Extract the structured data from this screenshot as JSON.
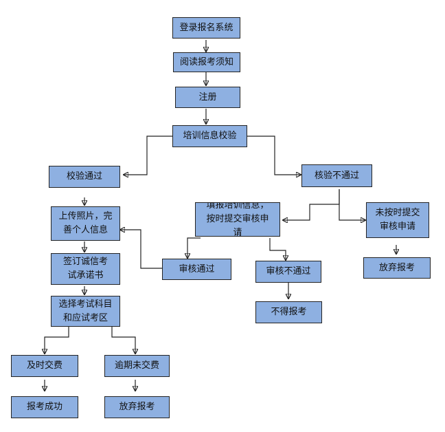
{
  "diagram": {
    "type": "flowchart",
    "nodes": [
      {
        "id": "login",
        "label": "登录报名系统"
      },
      {
        "id": "read",
        "label": "阅读报考须知"
      },
      {
        "id": "register",
        "label": "注册"
      },
      {
        "id": "verify",
        "label": "培训信息校验"
      },
      {
        "id": "pass",
        "label": "校验通过"
      },
      {
        "id": "fail",
        "label": "核验不通过"
      },
      {
        "id": "upload",
        "label": "上传照片，完善个人信息"
      },
      {
        "id": "fill",
        "label": "填报培训信息，按时提交审核申请"
      },
      {
        "id": "late",
        "label": "未按时提交审核申请"
      },
      {
        "id": "sign",
        "label": "签订诚信考试承诺书"
      },
      {
        "id": "review_pass",
        "label": "审核通过"
      },
      {
        "id": "review_fail",
        "label": "审核不通过"
      },
      {
        "id": "giveup1",
        "label": "放弃报考"
      },
      {
        "id": "cannot",
        "label": "不得报考"
      },
      {
        "id": "select",
        "label": "选择考试科目和应试考区"
      },
      {
        "id": "pay",
        "label": "及时交费"
      },
      {
        "id": "overdue",
        "label": "逾期未交费"
      },
      {
        "id": "success",
        "label": "报考成功"
      },
      {
        "id": "giveup2",
        "label": "放弃报考"
      }
    ]
  }
}
